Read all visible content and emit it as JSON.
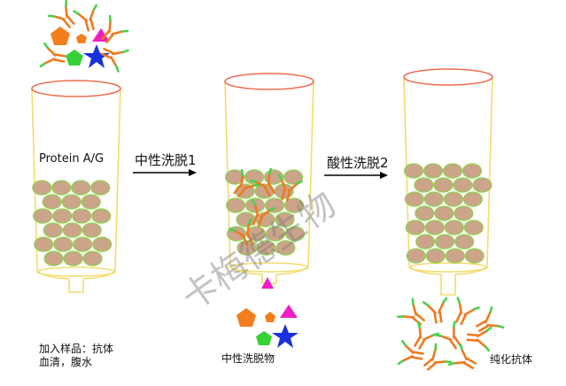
{
  "column_1_label": "Protein A/G",
  "step_1_label": "中性洗脱1",
  "step_2_label": "酸性洗脱2",
  "sample_label_line1": "加入样品：抗体",
  "sample_label_line2": "血清，腹水",
  "neutral_eluate_label": "中性洗脱物",
  "purified_label": "纯化抗体",
  "watermark": "卡梅德生物",
  "colors": {
    "column_outline": "#f2dc6e",
    "column_rim": "#ee6d52",
    "bead_fill": "#cca48a",
    "bead_outline": "#8fd14f",
    "antibody_orange": "#f07a20",
    "antibody_green": "#4cd04c",
    "pentagon_orange": "#f27e1e",
    "triangle_magenta": "#ef1ec2",
    "pentagon_green": "#36d136",
    "star_blue": "#1a30dd",
    "arrow": "#000000"
  }
}
